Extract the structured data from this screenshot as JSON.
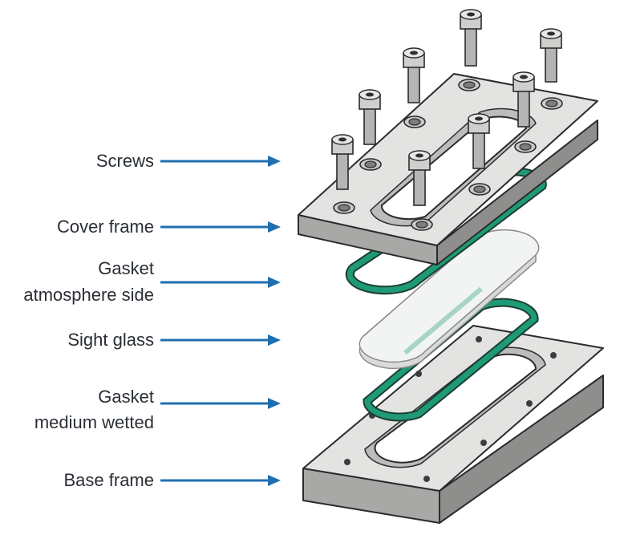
{
  "labels": [
    {
      "id": "screws",
      "text": "Screws"
    },
    {
      "id": "cover-frame",
      "text": "Cover frame"
    },
    {
      "id": "gasket-atmosphere",
      "line1": "Gasket",
      "line2": "atmosphere side"
    },
    {
      "id": "sight-glass",
      "text": "Sight glass"
    },
    {
      "id": "gasket-medium",
      "line1": "Gasket",
      "line2": "medium wetted"
    },
    {
      "id": "base-frame",
      "text": "Base frame"
    }
  ],
  "colors": {
    "arrow": "#1f6fb0",
    "gasket": "#1f9a76",
    "metal": "#e3e3e1",
    "label_text": "#2a2f36"
  }
}
